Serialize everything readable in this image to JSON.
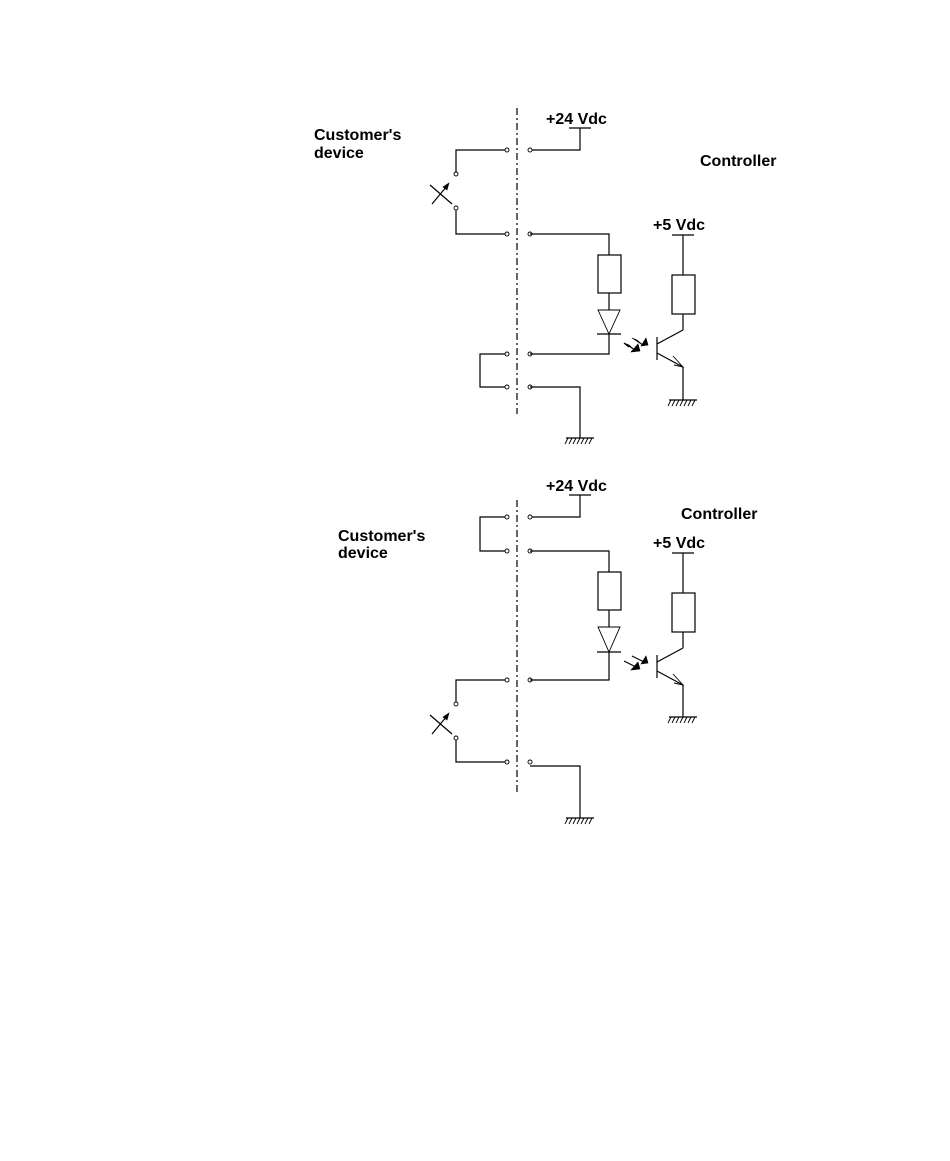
{
  "diagrams": [
    {
      "customer_label_line1": "Customer's",
      "customer_label_line2": "device",
      "controller_label": "Controller",
      "supply_24_label": "+24 Vdc",
      "supply_5_label": "+5 Vdc"
    },
    {
      "customer_label_line1": "Customer's",
      "customer_label_line2": "device",
      "controller_label": "Controller",
      "supply_24_label": "+24 Vdc",
      "supply_5_label": "+5 Vdc"
    }
  ]
}
